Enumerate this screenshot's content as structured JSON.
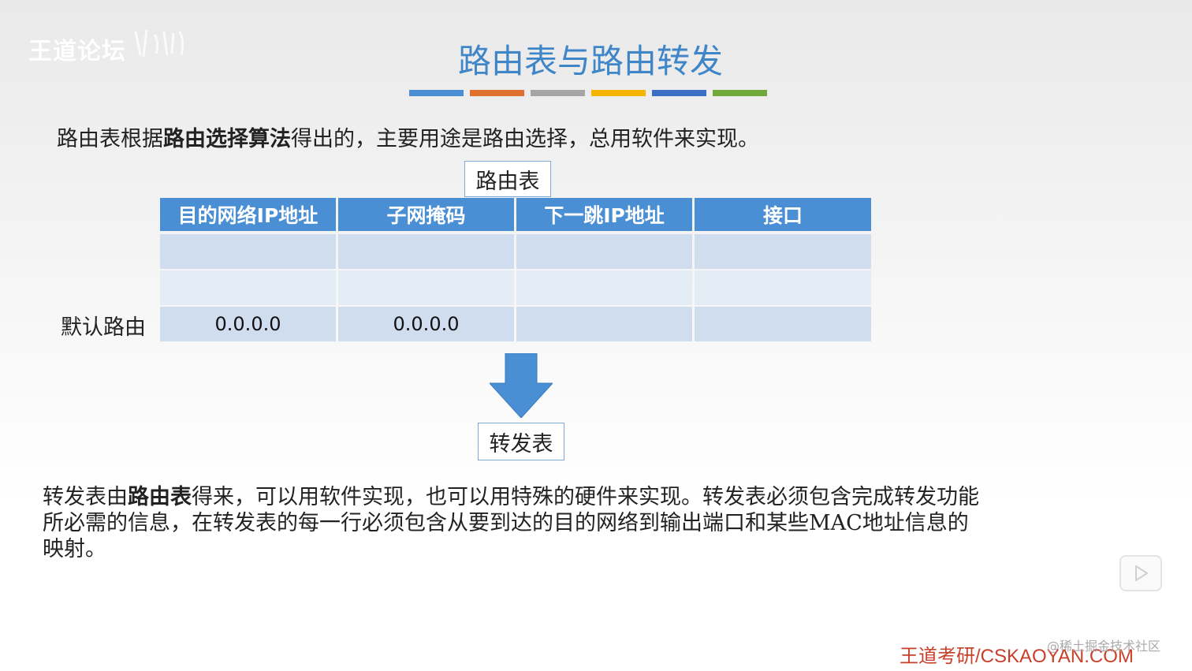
{
  "logo": {
    "text": "王道论坛"
  },
  "title": "路由表与路由转发",
  "colors": {
    "title": "#3f86c8",
    "header": "#4a8fd4",
    "bars": [
      "#4a8fd4",
      "#e07030",
      "#a5a5a5",
      "#f5b400",
      "#3a6fc4",
      "#70a83a"
    ]
  },
  "intro": {
    "prefix": "路由表根据",
    "bold": "路由选择算法",
    "suffix": "得出的，主要用途是路由选择，总用软件来实现。"
  },
  "routing_table": {
    "label": "路由表",
    "headers": [
      "目的网络IP地址",
      "子网掩码",
      "下一跳IP地址",
      "接口"
    ],
    "rows": [
      [
        "",
        "",
        "",
        ""
      ],
      [
        "",
        "",
        "",
        ""
      ],
      [
        "0.0.0.0",
        "0.0.0.0",
        "",
        ""
      ]
    ],
    "default_route_label": "默认路由"
  },
  "forwarding_table": {
    "label": "转发表"
  },
  "conclusion": {
    "prefix": "转发表由",
    "bold": "路由表",
    "suffix": "得来，可以用软件实现，也可以用特殊的硬件来实现。转发表必须包含完成转发功能所必需的信息，在转发表的每一行必须包含从要到达的目的网络到输出端口和某些MAC地址信息的映射。"
  },
  "footer": {
    "brand": "王道考研/CSKAOYAN.COM",
    "watermark": "@稀土掘金技术社区"
  }
}
